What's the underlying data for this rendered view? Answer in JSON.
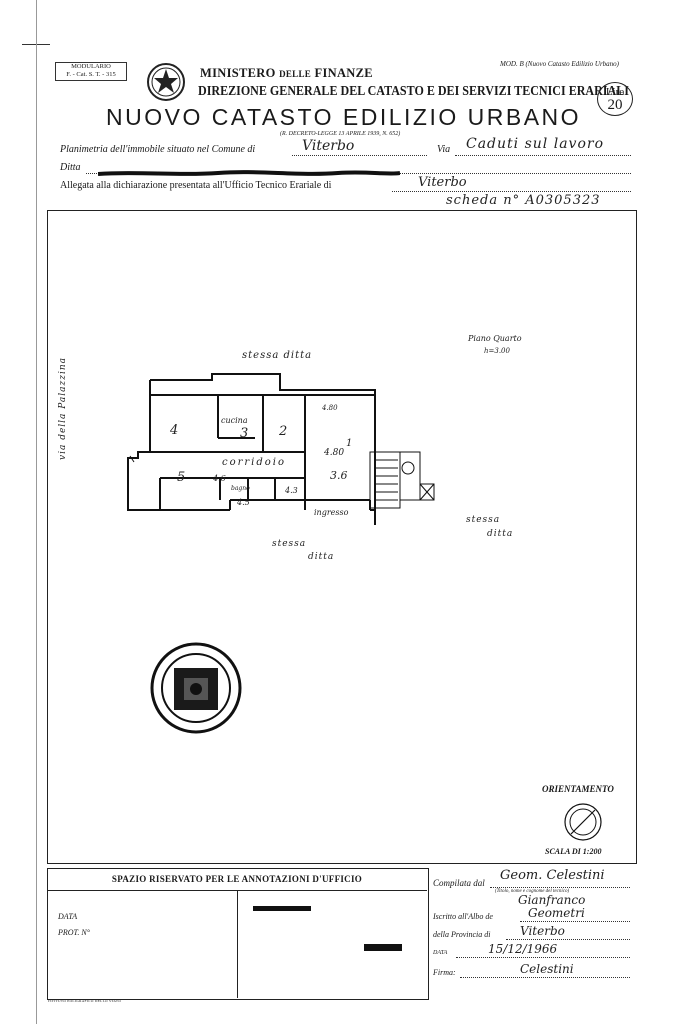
{
  "header": {
    "modulario_line1": "MODULARIO",
    "modulario_line2": "F. - Cat. S. T. - 315",
    "mod_b": "MOD. B (Nuovo Catasto Edilizio Urbano)",
    "ministero_a": "MINISTERO",
    "ministero_b": "DELLE",
    "ministero_c": "FINANZE",
    "direzione": "DIREZIONE GENERALE DEL CATASTO E DEI SERVIZI TECNICI ERARIALI",
    "nuovo_catasto": "NUOVO CATASTO EDILIZIO URBANO",
    "decreto": "(R. DECRETO-LEGGE 13 APRILE 1939, N. 652)",
    "lire_label": "Lire",
    "lire_value": "20"
  },
  "fields": {
    "planimetria_label": "Planimetria dell'immobile situato nel Comune di",
    "comune": "Viterbo",
    "via_label": "Via",
    "via": "Caduti sul lavoro",
    "ditta_label": "Ditta",
    "allegata_label": "Allegata alla dichiarazione presentata all'Ufficio Tecnico Erariale di",
    "ufficio": "Viterbo",
    "scheda": "scheda n° A0305323"
  },
  "drawing": {
    "stessa_ditta_top": "stessa ditta",
    "strada": "via della Palazzina",
    "piano": "Piano Quarto",
    "altezza": "h=3.00",
    "room_4": "4",
    "room_3": "3",
    "room_2": "2",
    "room_1": "1",
    "room_5": "5",
    "cucina": "cucina",
    "corridoio": "corridoio",
    "dim_480a": "4.80",
    "dim_480b": "4.80",
    "dim_36": "3.6",
    "dim_46": "4.6",
    "dim_43": "4.3",
    "dim_45": "4.5",
    "bagno": "bagno",
    "ingresso": "ingresso",
    "stessa_ditta_right_1": "stessa",
    "stessa_ditta_right_2": "ditta",
    "stessa_ditta_bottom_1": "stessa",
    "stessa_ditta_bottom_2": "ditta",
    "orientamento": "ORIENTAMENTO",
    "scala": "SCALA DI 1:200"
  },
  "annotations": {
    "title": "SPAZIO RISERVATO PER LE ANNOTAZIONI D'UFFICIO",
    "data_label": "DATA",
    "prot_label": "PROT. N°"
  },
  "compilata": {
    "compilata_label": "Compilata dal",
    "compilatore": "Geom. Celestini",
    "titolo_note": "(Titolo, nome e cognome del tecnico)",
    "nome": "Gianfranco",
    "iscritto_label": "Iscritto all'Albo de",
    "albo": "Geometri",
    "provincia_label": "della Provincia di",
    "provincia": "Viterbo",
    "data_label": "DATA",
    "data": "15/12/1966",
    "firma_label": "Firma:",
    "firma": "Celestini"
  },
  "footer": {
    "printer": "ISTITUTO POLIGRAFICO DELLO STATO"
  }
}
